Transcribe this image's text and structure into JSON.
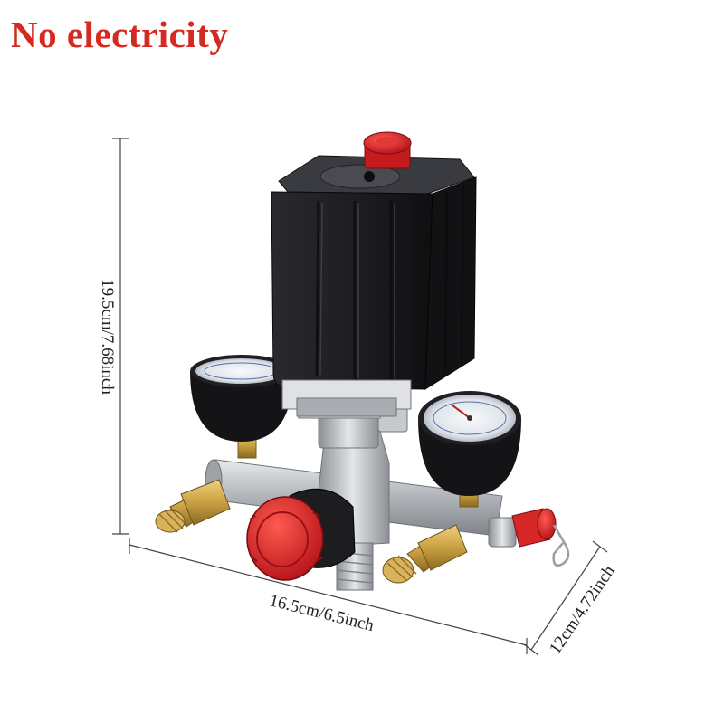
{
  "headline": "No electricity",
  "dimensions": {
    "height": "19.5cm/7.68inch",
    "width": "16.5cm/6.5inch",
    "depth": "12cm/4.72inch"
  },
  "colors": {
    "headline": "#d42a22",
    "switch_box": "#1b1b1e",
    "red_knob": "#d91f1f",
    "brass": "#c9a042",
    "metal": "#b9bcbf"
  }
}
